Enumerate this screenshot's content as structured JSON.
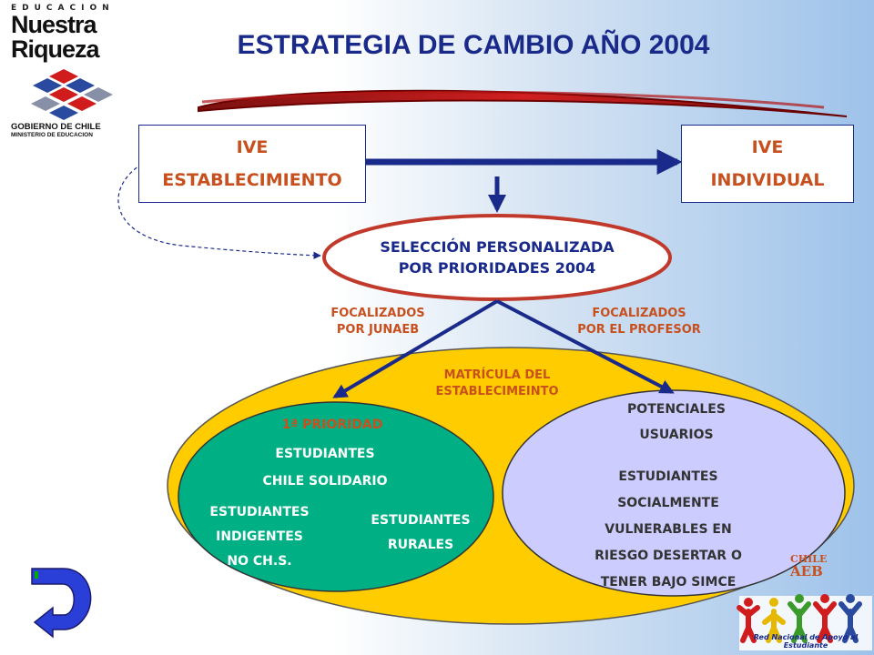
{
  "logo": {
    "tagline": "EDUCACION",
    "name_line1": "Nuestra",
    "name_line2": "Riqueza",
    "gov_line1": "GOBIERNO DE CHILE",
    "gov_line2": "MINISTERIO DE EDUCACION"
  },
  "title": "ESTRATEGIA DE CAMBIO AÑO 2004",
  "boxes": {
    "left": {
      "line1": "IVE",
      "line2": "ESTABLECIMIENTO"
    },
    "right": {
      "line1": "IVE",
      "line2": "INDIVIDUAL"
    }
  },
  "selection": {
    "line1": "SELECCIÓN PERSONALIZADA",
    "line2": "POR PRIORIDADES 2004"
  },
  "branches": {
    "left": {
      "line1": "FOCALIZADOS",
      "line2": "POR JUNAEB"
    },
    "right": {
      "line1": "FOCALIZADOS",
      "line2": "POR EL PROFESOR"
    }
  },
  "matricula": {
    "line1": "MATRÍCULA DEL",
    "line2": "ESTABLECIMEINTO"
  },
  "priority": {
    "label": "1ª PRIORIDAD",
    "solidario": {
      "line1": "ESTUDIANTES",
      "line2": "CHILE SOLIDARIO"
    },
    "indigentes": {
      "line1": "ESTUDIANTES",
      "line2": "INDIGENTES",
      "line3": "NO CH.S."
    },
    "rurales": {
      "line1": "ESTUDIANTES",
      "line2": "RURALES"
    }
  },
  "potenciales": {
    "line1": "POTENCIALES",
    "line2": "USUARIOS",
    "desc1": "ESTUDIANTES",
    "desc2": "SOCIALMENTE",
    "desc3": "VULNERABLES EN",
    "desc4": "RIESGO DESERTAR O",
    "desc5": "TENER BAJO SIMCE"
  },
  "bottom_logo": {
    "fragment1": "CHILE",
    "fragment2": "AEB",
    "caption": "Red Nacional de Apoyo al Estudiante"
  },
  "icons": [
    "return-arrow-icon",
    "logo-cubes-icon",
    "children-figures-icon"
  ],
  "colors": {
    "title": "#1a2a8a",
    "accent_orange": "#c8501e",
    "outer_ellipse": "#ffcc00",
    "green_ellipse": "#00b085",
    "lavender_ellipse": "#ccccff",
    "arrow": "#1a2a8a",
    "selection_ring": "#c0392b"
  }
}
